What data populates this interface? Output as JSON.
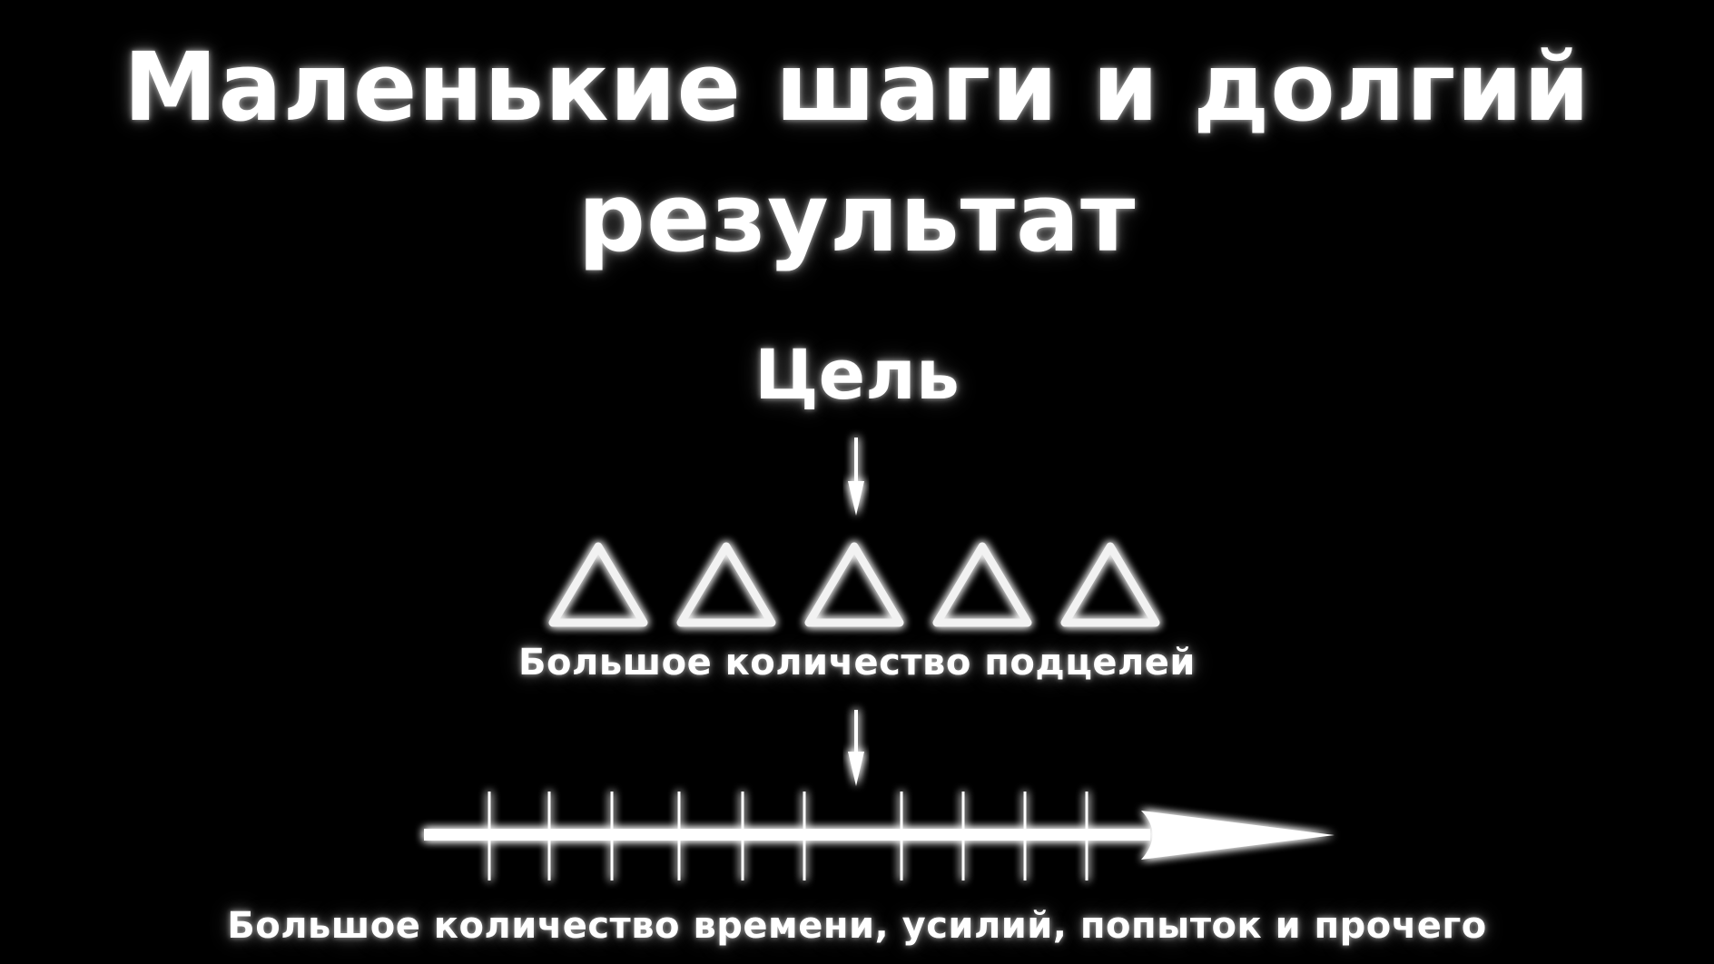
{
  "title": {
    "line1": "Маленькие шаги и долгий",
    "line2": "результат"
  },
  "goal": {
    "label": "Цель"
  },
  "subgoals": {
    "count": 5,
    "label": "Большое количество подцелей",
    "shape": "triangle-outline"
  },
  "timeline": {
    "tick_count": 10,
    "label": "Большое количество времени, усилий, попыток и прочего",
    "direction": "right"
  },
  "arrows": [
    {
      "from": "goal",
      "to": "subgoals",
      "icon": "arrow-down-icon"
    },
    {
      "from": "subgoals",
      "to": "timeline",
      "icon": "arrow-down-icon"
    }
  ],
  "colors": {
    "background": "#000000",
    "foreground": "#ffffff",
    "glow": "#bfbfbf"
  }
}
